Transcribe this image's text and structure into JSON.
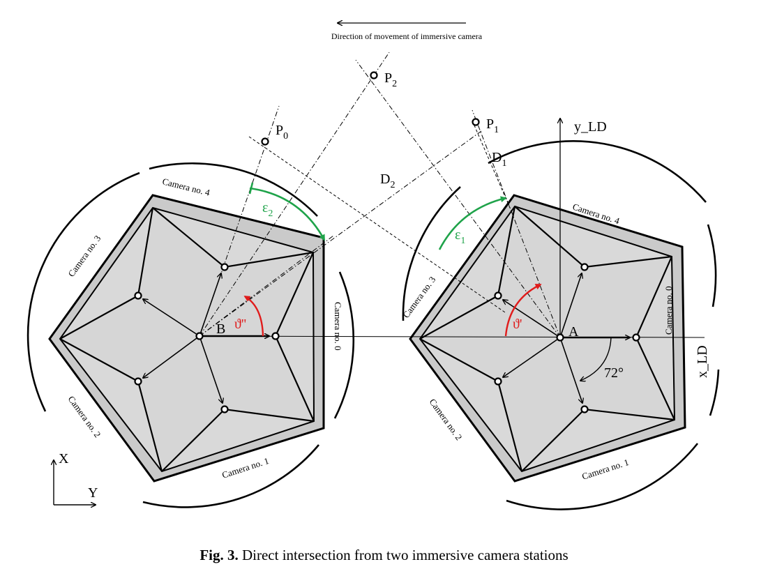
{
  "direction_label": "Direction of movement of immersive camera",
  "points": {
    "p0": {
      "base": "P",
      "sub": "0"
    },
    "p1": {
      "base": "P",
      "sub": "1"
    },
    "p2": {
      "base": "P",
      "sub": "2"
    }
  },
  "distances": {
    "d1": {
      "base": "D",
      "sub": "1"
    },
    "d2": {
      "base": "D",
      "sub": "2"
    }
  },
  "angles": {
    "eps1": {
      "base": "ε",
      "sub": "1"
    },
    "eps2": {
      "base": "ε",
      "sub": "2"
    },
    "theta_a": "ϑ'",
    "theta_b": "ϑ''",
    "deg72": "72°"
  },
  "axes": {
    "x": "x_LD",
    "y": "y_LD"
  },
  "global_axes": {
    "x": "X",
    "y": "Y"
  },
  "stations": {
    "left": {
      "center_label": "B"
    },
    "right": {
      "center_label": "A"
    }
  },
  "cameras": {
    "cam0": "Camera no. 0",
    "cam1": "Camera no. 1",
    "cam2": "Camera no. 2",
    "cam3": "Camera no. 3",
    "cam4": "Camera no. 4"
  },
  "colors": {
    "green": "#1fa34a",
    "red": "#e01c1c",
    "fill_dark": "#b4b4b4",
    "fill_light": "#d9d9d9",
    "rim": "#c8c8c8"
  },
  "caption": {
    "label": "Fig. 3.",
    "text": "Direct intersection from two immersive camera stations"
  }
}
